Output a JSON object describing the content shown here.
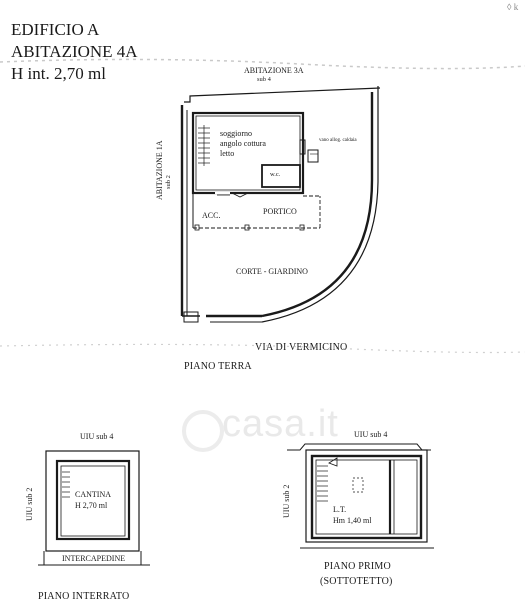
{
  "header": {
    "line1": "EDIFICIO A",
    "line2": "ABITAZIONE 4A",
    "line3": "H int. 2,70 ml"
  },
  "corner_mark": "◊ k",
  "watermark": "casa.it",
  "ground_floor": {
    "neighbor_top": "ABITAZIONE 3A",
    "neighbor_top_sub": "sub 4",
    "neighbor_left": "ABITAZIONE 1A",
    "neighbor_left_sub": "sub 2",
    "room_main_line1": "soggiorno",
    "room_main_line2": "angolo cottura",
    "room_main_line3": "letto",
    "wc": "w.c.",
    "boiler": "vano allog. caldaia",
    "acc": "ACC.",
    "portico": "PORTICO",
    "garden": "CORTE - GIARDINO",
    "street": "VIA DI VERMICINO",
    "floor_title": "PIANO TERRA"
  },
  "basement": {
    "neighbor_top": "UIU sub 4",
    "neighbor_left": "UIU sub 2",
    "room": "CANTINA",
    "room_h": "H 2,70 ml",
    "gap": "INTERCAPEDINE",
    "floor_title": "PIANO INTERRATO"
  },
  "first_floor": {
    "neighbor_top": "UIU sub 4",
    "neighbor_left": "UIU sub 2",
    "room": "L.T.",
    "room_h": "Hm 1,40 ml",
    "floor_title_line1": "PIANO PRIMO",
    "floor_title_line2": "(SOTTOTETTO)"
  }
}
